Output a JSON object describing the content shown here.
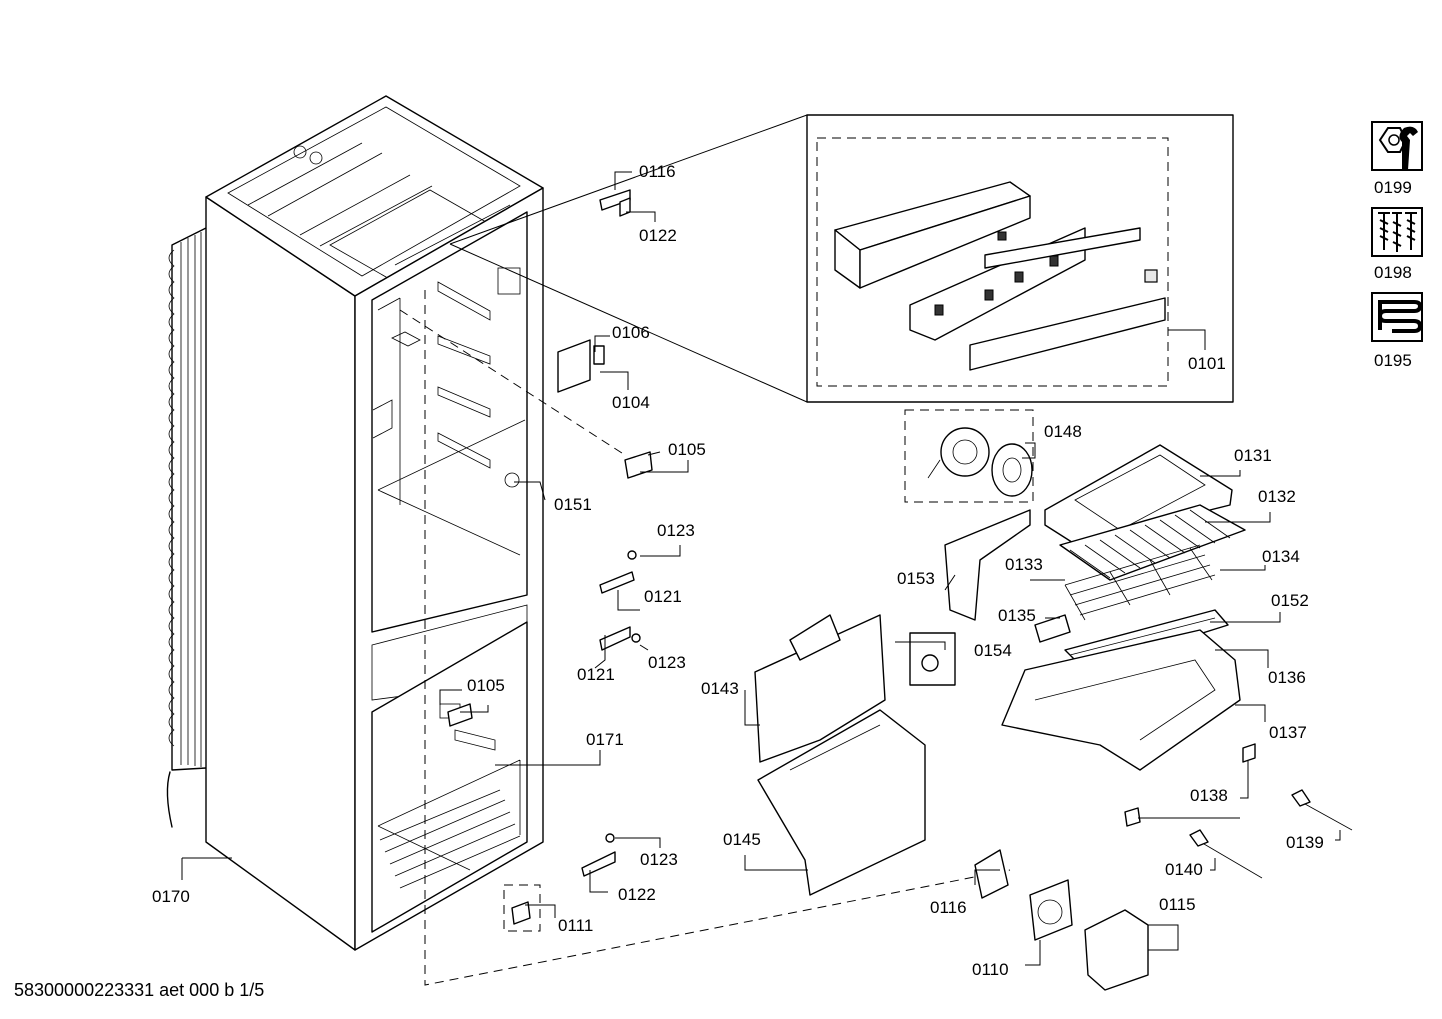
{
  "parts": [
    {
      "id": "p0101",
      "label": "0101"
    },
    {
      "id": "p0104",
      "label": "0104"
    },
    {
      "id": "p0105a",
      "label": "0105"
    },
    {
      "id": "p0105b",
      "label": "0105"
    },
    {
      "id": "p0106",
      "label": "0106"
    },
    {
      "id": "p0110",
      "label": "0110"
    },
    {
      "id": "p0111",
      "label": "0111"
    },
    {
      "id": "p0115",
      "label": "0115"
    },
    {
      "id": "p0116",
      "label": "0116"
    },
    {
      "id": "p0121a",
      "label": "0121"
    },
    {
      "id": "p0121b",
      "label": "0121"
    },
    {
      "id": "p0122a",
      "label": "0122"
    },
    {
      "id": "p0122b",
      "label": "0122"
    },
    {
      "id": "p0123a",
      "label": "0123"
    },
    {
      "id": "p0123b",
      "label": "0123"
    },
    {
      "id": "p0123c",
      "label": "0123"
    },
    {
      "id": "p0123d",
      "label": "0123"
    },
    {
      "id": "p0131",
      "label": "0131"
    },
    {
      "id": "p0132",
      "label": "0132"
    },
    {
      "id": "p0133",
      "label": "0133"
    },
    {
      "id": "p0134",
      "label": "0134"
    },
    {
      "id": "p0135",
      "label": "0135"
    },
    {
      "id": "p0136",
      "label": "0136"
    },
    {
      "id": "p0137",
      "label": "0137"
    },
    {
      "id": "p0138",
      "label": "0138"
    },
    {
      "id": "p0139",
      "label": "0139"
    },
    {
      "id": "p0140",
      "label": "0140"
    },
    {
      "id": "p0143",
      "label": "0143"
    },
    {
      "id": "p0145",
      "label": "0145"
    },
    {
      "id": "p0148",
      "label": "0148"
    },
    {
      "id": "p0151",
      "label": "0151"
    },
    {
      "id": "p0152",
      "label": "0152"
    },
    {
      "id": "p0153",
      "label": "0153"
    },
    {
      "id": "p0154",
      "label": "0154"
    },
    {
      "id": "p0170",
      "label": "0170"
    },
    {
      "id": "p0171",
      "label": "0171"
    }
  ],
  "legend_icons": [
    {
      "id": "i0199",
      "label": "0199",
      "icon": "nut-wrench-icon"
    },
    {
      "id": "i0198",
      "label": "0198",
      "icon": "screws-icon"
    },
    {
      "id": "i0195",
      "label": "0195",
      "icon": "heating-coil-icon"
    }
  ],
  "footer": "58300000223331 aet 000 b 1/5"
}
